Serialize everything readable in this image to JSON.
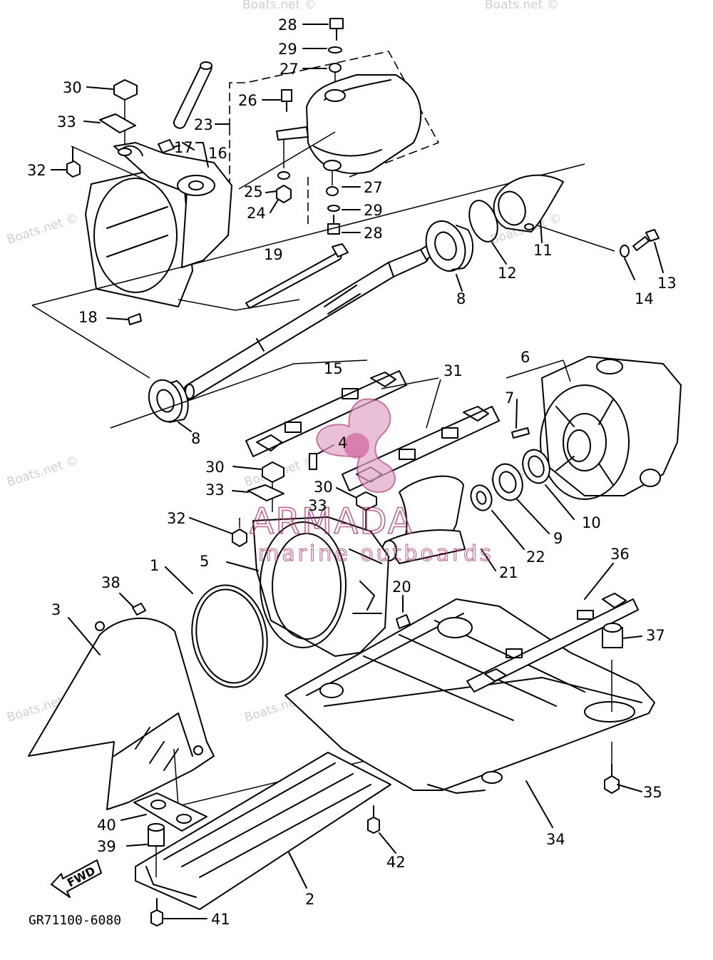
{
  "watermark": {
    "text": "Boats.net ©"
  },
  "brand": {
    "name": "ARMADA",
    "tagline": "marine outboards",
    "color": "#b03a78"
  },
  "diagram": {
    "code": "GR71100-6080",
    "fwd_label": "FWD",
    "callouts": {
      "c28a": "28",
      "c29a": "29",
      "c27a": "27",
      "c30a": "30",
      "c26": "26",
      "c33a": "33",
      "c23": "23",
      "c17": "17",
      "c16": "16",
      "c32a": "32",
      "c25": "25",
      "c27b": "27",
      "c24": "24",
      "c29b": "29",
      "c28b": "28",
      "c11": "11",
      "c13": "13",
      "c14": "14",
      "c12": "12",
      "c19": "19",
      "c8a": "8",
      "c18": "18",
      "c15": "15",
      "c6": "6",
      "c31": "31",
      "c7": "7",
      "c8b": "8",
      "c4": "4",
      "c30b": "30",
      "c33b": "33",
      "c30c": "30",
      "c33c": "33",
      "c32b": "32",
      "c10": "10",
      "c9": "9",
      "c22": "22",
      "c21": "21",
      "c36": "36",
      "c1": "1",
      "c5": "5",
      "c38": "38",
      "c20": "20",
      "c3": "3",
      "c37": "37",
      "c35": "35",
      "c34": "34",
      "c40": "40",
      "c39": "39",
      "c42": "42",
      "c2": "2",
      "c41": "41"
    }
  }
}
